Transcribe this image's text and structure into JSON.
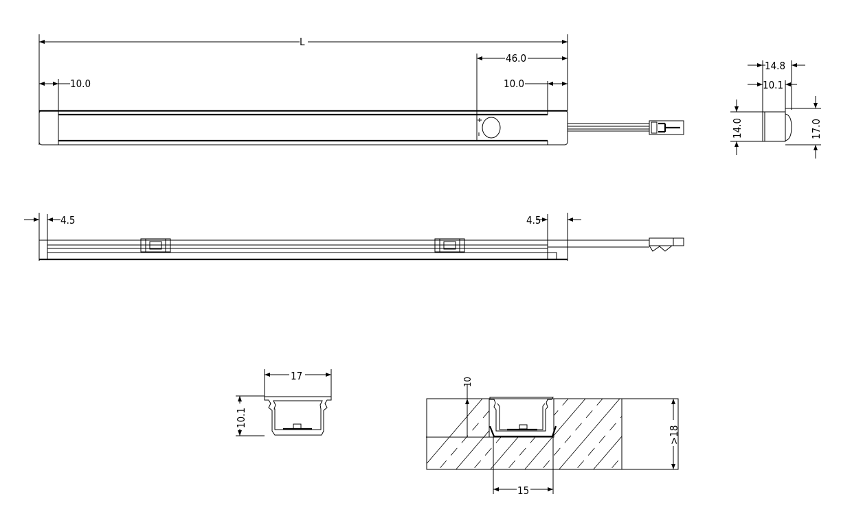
{
  "top_view": {
    "length_label": "L",
    "sensor_offset": "46.0",
    "left_cap": "10.0",
    "right_cap": "10.0"
  },
  "end_view": {
    "overall_depth": "14.8",
    "body_depth": "10.1",
    "body_height": "14.0",
    "overall_height": "17.0"
  },
  "side_view": {
    "left_offset": "4.5",
    "right_offset": "4.5"
  },
  "profile_section": {
    "width": "17",
    "height": "10.1"
  },
  "installation_section": {
    "recess_depth": "10",
    "groove_width": "15",
    "min_thickness": ">18"
  }
}
